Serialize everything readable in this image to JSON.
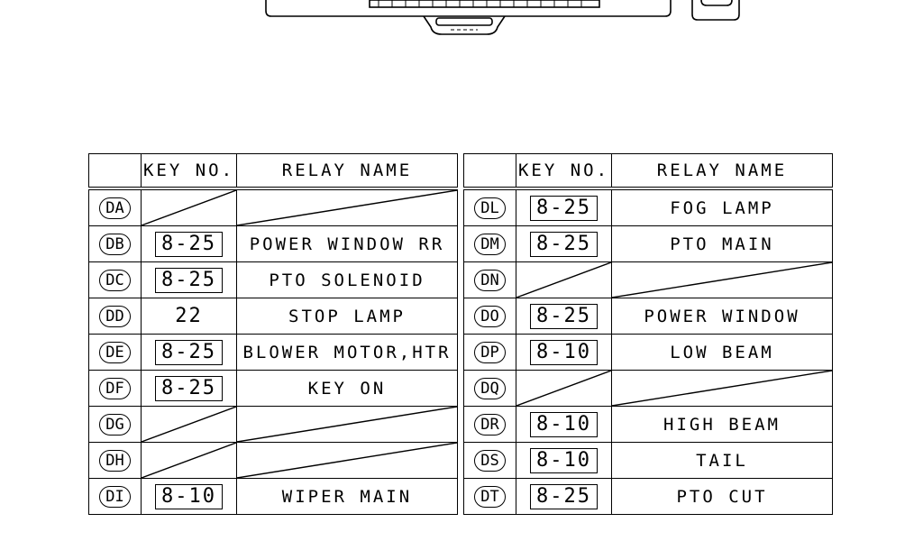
{
  "headers": {
    "key_no": "KEY NO.",
    "relay_name": "RELAY NAME"
  },
  "left_rows": [
    {
      "code": "DA",
      "key": "",
      "boxed": false,
      "name": ""
    },
    {
      "code": "DB",
      "key": "8-25",
      "boxed": true,
      "name": "POWER WINDOW RR"
    },
    {
      "code": "DC",
      "key": "8-25",
      "boxed": true,
      "name": "PTO SOLENOID"
    },
    {
      "code": "DD",
      "key": "22",
      "boxed": false,
      "name": "STOP LAMP"
    },
    {
      "code": "DE",
      "key": "8-25",
      "boxed": true,
      "name": "BLOWER MOTOR,HTR"
    },
    {
      "code": "DF",
      "key": "8-25",
      "boxed": true,
      "name": "KEY ON"
    },
    {
      "code": "DG",
      "key": "",
      "boxed": false,
      "name": ""
    },
    {
      "code": "DH",
      "key": "",
      "boxed": false,
      "name": ""
    },
    {
      "code": "DI",
      "key": "8-10",
      "boxed": true,
      "name": "WIPER MAIN"
    }
  ],
  "right_rows": [
    {
      "code": "DL",
      "key": "8-25",
      "boxed": true,
      "name": "FOG LAMP"
    },
    {
      "code": "DM",
      "key": "8-25",
      "boxed": true,
      "name": "PTO MAIN"
    },
    {
      "code": "DN",
      "key": "",
      "boxed": false,
      "name": ""
    },
    {
      "code": "DO",
      "key": "8-25",
      "boxed": true,
      "name": "POWER WINDOW"
    },
    {
      "code": "DP",
      "key": "8-10",
      "boxed": true,
      "name": "LOW BEAM"
    },
    {
      "code": "DQ",
      "key": "",
      "boxed": false,
      "name": ""
    },
    {
      "code": "DR",
      "key": "8-10",
      "boxed": true,
      "name": "HIGH BEAM"
    },
    {
      "code": "DS",
      "key": "8-10",
      "boxed": true,
      "name": "TAIL"
    },
    {
      "code": "DT",
      "key": "8-25",
      "boxed": true,
      "name": "PTO CUT"
    }
  ]
}
